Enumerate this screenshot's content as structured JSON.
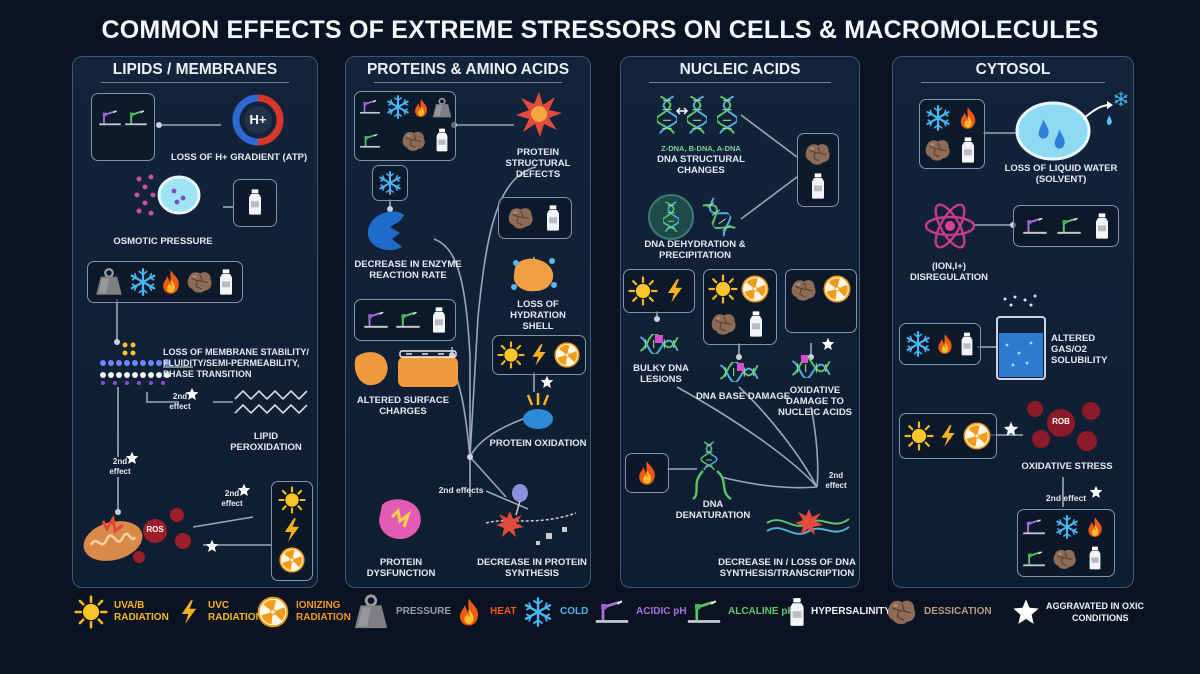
{
  "title": "COMMON EFFECTS OF EXTREME STRESSORS ON CELLS & MACROMOLECULES",
  "panels": {
    "lipids": {
      "heading": "LIPIDS / MEMBRANES",
      "h_plus": "H+",
      "loss_h_gradient": "LOSS OF H+ GRADIENT (ATP)",
      "osmotic_pressure": "OSMOTIC PRESSURE",
      "membrane_stability": [
        "LOSS OF MEMBRANE STABILITY/",
        "FLUIDITY/SEMI-PERMEABILITY,",
        "PHASE TRANSITION"
      ],
      "lipid_peroxidation": [
        "LIPID",
        "PEROXIDATION"
      ],
      "secondary_effect_a": [
        "2nd",
        "effect"
      ],
      "secondary_effect_b": [
        "2nd",
        "effect"
      ],
      "secondary_effect_c": [
        "2nd",
        "effect"
      ],
      "ros": "ROS"
    },
    "proteins": {
      "heading": "PROTEINS & AMINO ACIDS",
      "structural_defects": [
        "PROTEIN",
        "STRUCTURAL",
        "DEFECTS"
      ],
      "enzyme_rate": [
        "DECREASE IN ENZYME",
        "REACTION RATE"
      ],
      "hydration_shell": [
        "LOSS OF HYDRATION",
        "SHELL"
      ],
      "surface_charges": [
        "ALTERED SURFACE",
        "CHARGES"
      ],
      "protein_oxidation": "PROTEIN OXIDATION",
      "secondary_effects": "2nd effects",
      "protein_dysfunction": [
        "PROTEIN",
        "DYSFUNCTION"
      ],
      "protein_synthesis": [
        "DECREASE IN PROTEIN",
        "SYNTHESIS"
      ]
    },
    "nucleic": {
      "heading": "NUCLEIC ACIDS",
      "dna_forms": "Z-DNA, B-DNA, A-DNA",
      "structural_changes": [
        "DNA STRUCTURAL",
        "CHANGES"
      ],
      "dehydration": [
        "DNA DEHYDRATION &",
        "PRECIPITATION"
      ],
      "bulky_lesions": [
        "BULKY DNA",
        "LESIONS"
      ],
      "base_damage": "DNA BASE DAMAGE",
      "oxidative_damage": [
        "OXIDATIVE",
        "DAMAGE TO",
        "NUCLEIC ACIDS"
      ],
      "denaturation": [
        "DNA",
        "DENATURATION"
      ],
      "secondary_effect": [
        "2nd",
        "effect"
      ],
      "synthesis_loss": [
        "DECREASE IN / LOSS OF DNA",
        "SYNTHESIS/TRANSCRIPTION"
      ]
    },
    "cytosol": {
      "heading": "CYTOSOL",
      "liquid_water": [
        "LOSS OF LIQUID WATER",
        "(SOLVENT)"
      ],
      "ion_dysregulation": [
        "(ION,I+)",
        "DISREGULATION"
      ],
      "gas_solubility": [
        "ALTERED GAS/O2",
        "SOLUBILITY"
      ],
      "rob": "ROB",
      "oxidative_stress": "OXIDATIVE STRESS",
      "secondary_effect": "2nd effect"
    }
  },
  "legend": {
    "uv": [
      "UVA/B",
      "RADIATION"
    ],
    "uvc": [
      "UVC",
      "RADIATION"
    ],
    "ionizing": [
      "IONIZING",
      "RADIATION"
    ],
    "pressure": "PRESSURE",
    "heat": "HEAT",
    "cold": "COLD",
    "acidic": "ACIDIC pH",
    "alcaline": "ALCALINE pH",
    "hypersalinity": "HYPERSALINITY",
    "dessication": "DESSICATION",
    "aggravated": [
      "AGGRAVATED IN OXIC",
      "CONDITIONS"
    ]
  },
  "colors": {
    "background": "#0b1322",
    "panel_border": "#3e5878",
    "sun": "#f7b81c",
    "heat": "#f05a14",
    "cold": "#48b6f0",
    "acid": "#a873d8",
    "alcaline": "#5cc86a",
    "rock": "#8a6a55",
    "pressure": "#7d7f83",
    "ionizing": "#f29a1a"
  }
}
